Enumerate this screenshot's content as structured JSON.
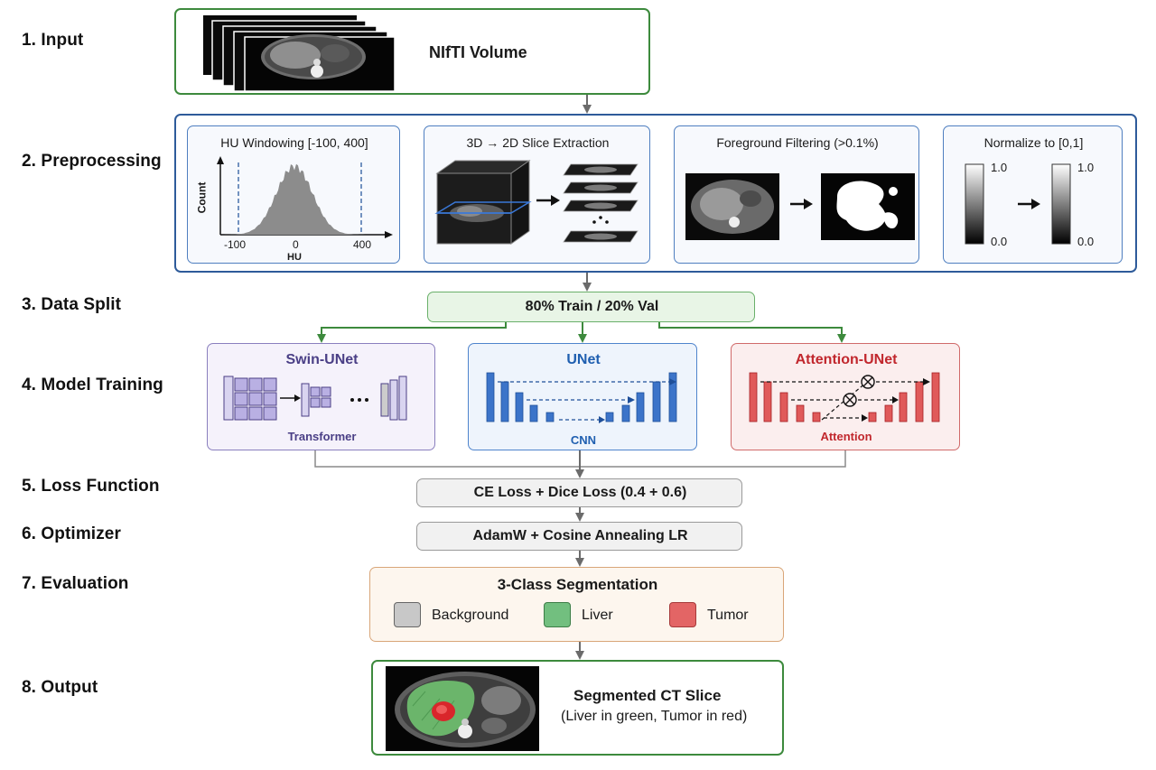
{
  "steps": {
    "s1": "1. Input",
    "s2": "2. Preprocessing",
    "s3": "3. Data Split",
    "s4": "4. Model Training",
    "s5": "5. Loss Function",
    "s6": "6. Optimizer",
    "s7": "7. Evaluation",
    "s8": "8. Output"
  },
  "input": {
    "label": "NIfTI Volume"
  },
  "preprocessing": {
    "hu": {
      "title": "HU Windowing [-100, 400]",
      "ylabel": "Count",
      "xlabel": "HU",
      "ticks": [
        "-100",
        "0",
        "400"
      ]
    },
    "slice": {
      "title": "3D → 2D Slice Extraction"
    },
    "foreground": {
      "title": "Foreground Filtering (>0.1%)"
    },
    "normalize": {
      "title": "Normalize to [0,1]",
      "top": "1.0",
      "bottom": "0.0"
    }
  },
  "split": {
    "label": "80% Train / 20% Val"
  },
  "models": {
    "swin": {
      "title": "Swin-UNet",
      "caption": "Transformer",
      "color": "#4a3f86"
    },
    "unet": {
      "title": "UNet",
      "caption": "CNN",
      "color": "#1f5fb0"
    },
    "attn": {
      "title": "Attention-UNet",
      "caption": "Attention",
      "color": "#c1272d"
    }
  },
  "loss": {
    "label": "CE Loss + Dice Loss (0.4 + 0.6)"
  },
  "optimizer": {
    "label": "AdamW + Cosine Annealing LR"
  },
  "evaluation": {
    "title": "3-Class Segmentation",
    "classes": [
      {
        "label": "Background",
        "color": "#c8c8c8"
      },
      {
        "label": "Liver",
        "color": "#72bf7f"
      },
      {
        "label": "Tumor",
        "color": "#e36565"
      }
    ]
  },
  "output": {
    "title": "Segmented CT Slice",
    "subtitle": "(Liver in green, Tumor in red)"
  }
}
